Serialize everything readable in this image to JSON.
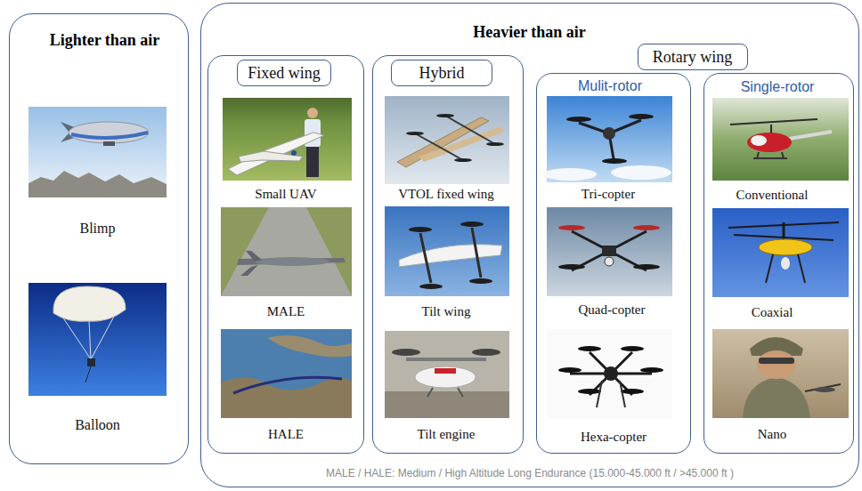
{
  "diagram": {
    "caption": "MALE / HALE: Medium / High Altitude Long Endurance (15.000-45.000 ft / >45.000 ft )",
    "nodes": [
      {
        "text": [
          "Lighter than air",
          "Blimp",
          "Balloon"
        ]
      },
      {
        "text": [
          "Heavier than air"
        ]
      },
      {
        "text": [
          "Small UAV",
          "MALE",
          "HALE"
        ],
        "in": 1
      },
      {
        "text": [
          "Fixed wing"
        ],
        "in": 2
      },
      {
        "text": [
          "VTOL fixed wing",
          "Tilt wing",
          "Tilt engine"
        ],
        "in": 1
      },
      {
        "text": [
          "Hybrid"
        ],
        "in": 4
      },
      {
        "text": [
          "Rotary wing"
        ],
        "in": 1
      },
      {
        "text": [
          "Mulit-rotor",
          "Tri-copter",
          "Quad-copter",
          "Hexa-copter"
        ],
        "in": 1
      },
      {
        "text": [
          "Single-rotor",
          "Conventional",
          "Coaxial",
          "Nano"
        ],
        "in": 1
      }
    ]
  }
}
